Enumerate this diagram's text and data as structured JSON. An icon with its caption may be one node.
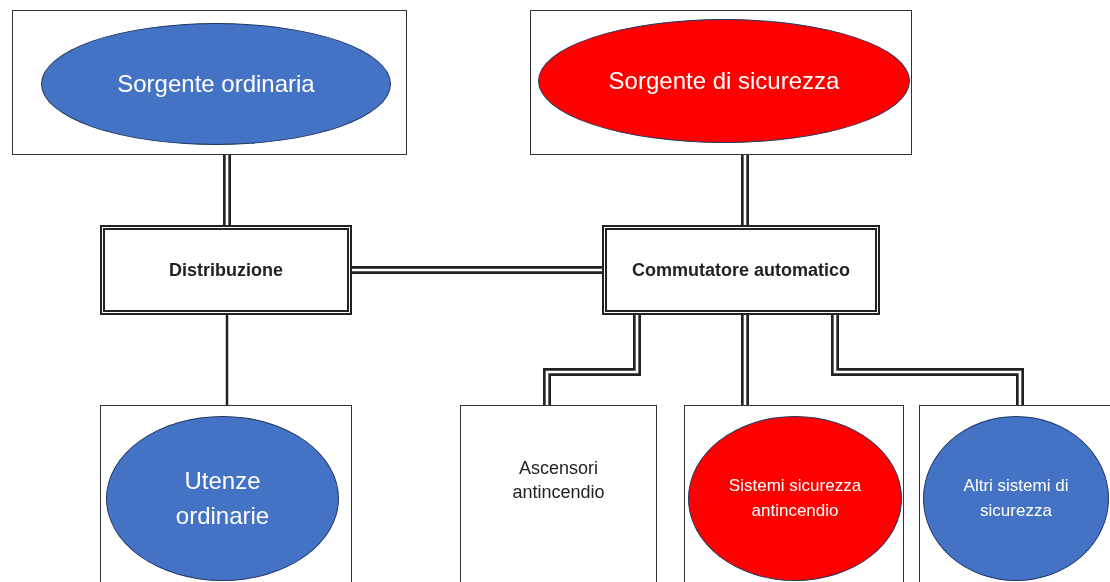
{
  "diagram": {
    "nodes": [
      {
        "text": [],
        "shape": "box"
      },
      {
        "text": [
          "Sorgente ordinaria"
        ],
        "in": 0
      },
      {
        "text": [],
        "shape": "box"
      },
      {
        "text": [
          "Sorgente di sicurezza"
        ],
        "in": 2
      },
      {
        "text": [
          "Distribuzione"
        ]
      },
      {
        "text": [
          "Commutatore automatico"
        ]
      },
      {
        "text": [],
        "shape": "box"
      },
      {
        "text": [
          "Utenze ordinarie"
        ],
        "in": 6
      },
      {
        "text": [
          "Ascensori antincendio"
        ]
      },
      {
        "text": [],
        "shape": "box"
      },
      {
        "text": [
          "Sistemi sicurezza antincendio"
        ],
        "in": 9
      },
      {
        "text": [],
        "shape": "box"
      },
      {
        "text": [
          "Altri sistemi di sicurezza"
        ],
        "in": 11
      }
    ],
    "edges": [
      {
        "from": 0,
        "to": 4,
        "arrow": "none"
      },
      {
        "from": 4,
        "to": 6,
        "arrow": "none"
      },
      {
        "from": 4,
        "to": 5,
        "arrow": "none"
      },
      {
        "from": 2,
        "to": 5,
        "arrow": "none"
      },
      {
        "from": 5,
        "to": 8,
        "arrow": "none"
      },
      {
        "from": 5,
        "to": 9,
        "arrow": "none"
      },
      {
        "from": 5,
        "to": 11,
        "arrow": "none"
      }
    ]
  }
}
